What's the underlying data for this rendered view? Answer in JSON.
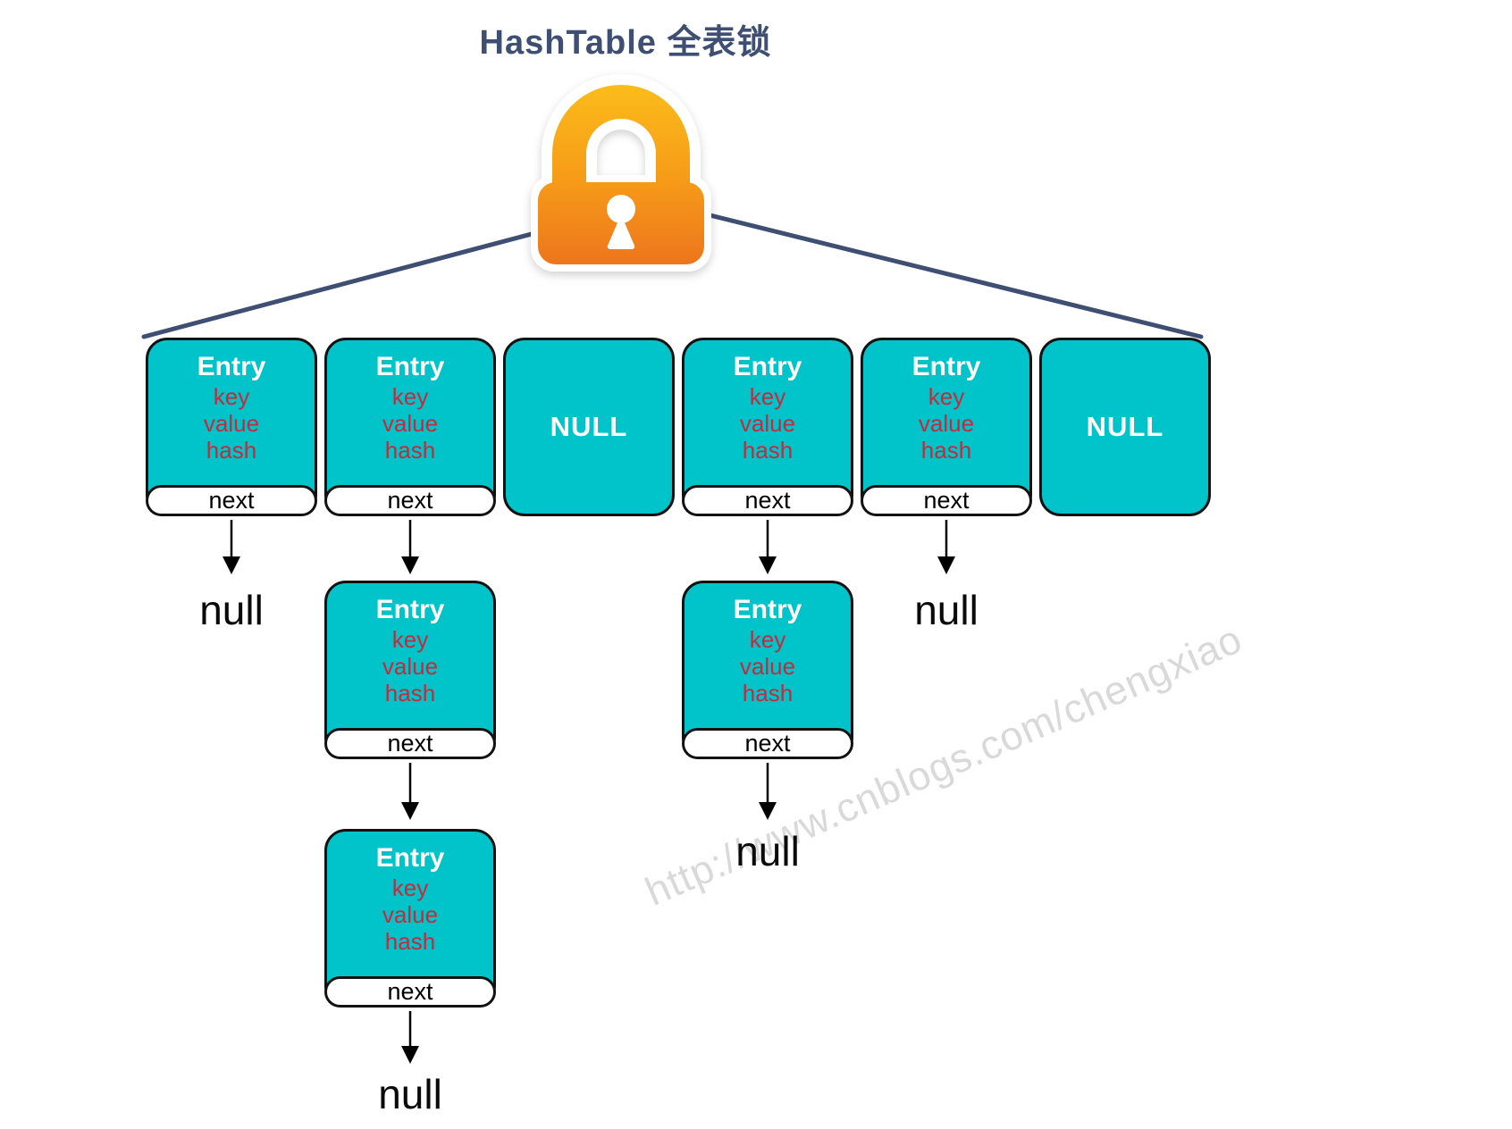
{
  "title": "HashTable 全表锁",
  "watermark": "http://www.cnblogs.com/chengxiao",
  "labels": {
    "entry": "Entry",
    "key": "key",
    "value": "value",
    "hash": "hash",
    "next": "next",
    "null_slot": "NULL",
    "null_ref": "null"
  },
  "colors": {
    "cell_teal": "#00c4ca",
    "field_red": "#c62a3c",
    "title_navy": "#3e4f73",
    "connector_navy": "#3f4e73",
    "lock_orange_top": "#fcc01a",
    "lock_orange_bottom": "#ed731d",
    "watermark_gray": "#d9d9d9"
  },
  "structure": {
    "description": "HashTable bucket array protected by a single full-table lock",
    "buckets": [
      {
        "slot": 0,
        "type": "entry",
        "chain_entries": 1,
        "terminator": "null"
      },
      {
        "slot": 1,
        "type": "entry",
        "chain_entries": 3,
        "terminator": "null"
      },
      {
        "slot": 2,
        "type": "NULL",
        "chain_entries": 0,
        "terminator": null
      },
      {
        "slot": 3,
        "type": "entry",
        "chain_entries": 2,
        "terminator": "null"
      },
      {
        "slot": 4,
        "type": "entry",
        "chain_entries": 1,
        "terminator": "null"
      },
      {
        "slot": 5,
        "type": "NULL",
        "chain_entries": 0,
        "terminator": null
      }
    ]
  }
}
